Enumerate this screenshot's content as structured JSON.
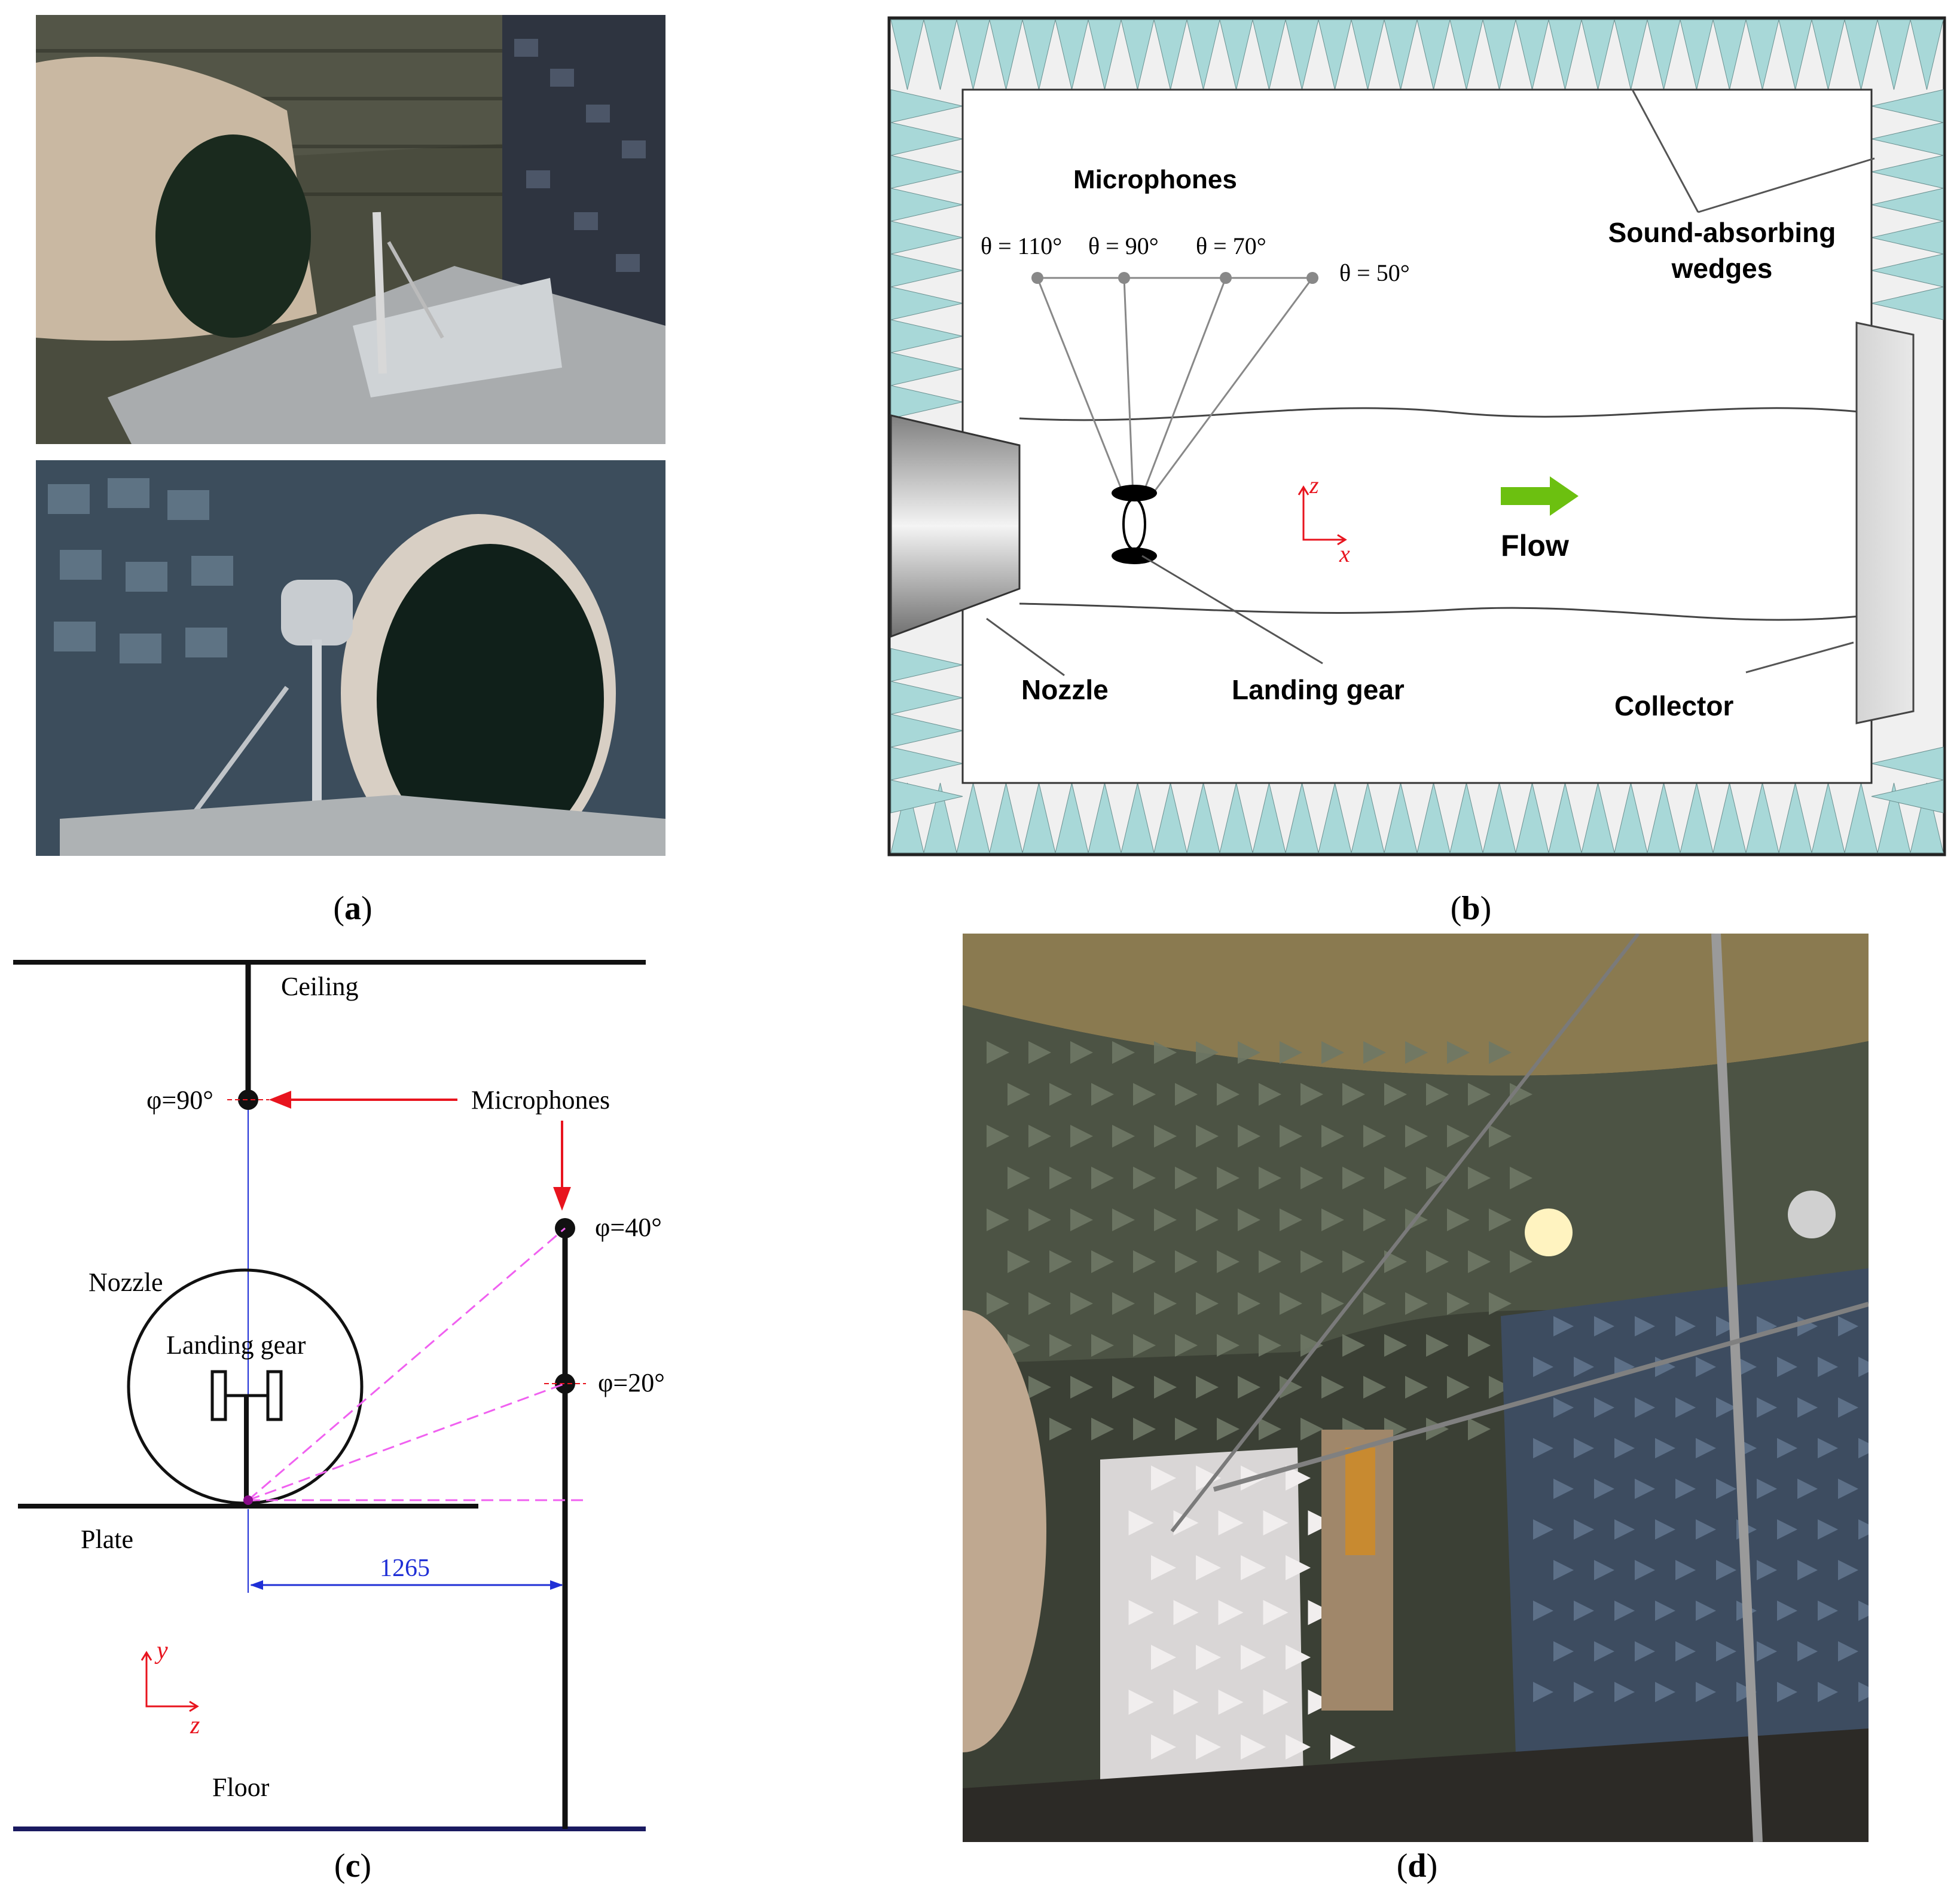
{
  "captions": {
    "a": "a",
    "b": "b",
    "c": "c",
    "d": "d"
  },
  "panel_b": {
    "microphones": "Microphones",
    "angles": [
      "θ = 110°",
      "θ = 90°",
      "θ = 70°",
      "θ = 50°"
    ],
    "wedges_line1": "Sound-absorbing",
    "wedges_line2": "wedges",
    "nozzle": "Nozzle",
    "landing_gear": "Landing gear",
    "collector": "Collector",
    "flow": "Flow",
    "axis_z": "z",
    "axis_x": "x"
  },
  "panel_c": {
    "ceiling": "Ceiling",
    "floor": "Floor",
    "microphones": "Microphones",
    "phi_90": "φ=90°",
    "phi_40": "φ=40°",
    "phi_20": "φ=20°",
    "nozzle": "Nozzle",
    "landing_gear": "Landing gear",
    "plate": "Plate",
    "distance": "1265",
    "axis_y": "y",
    "axis_z": "z"
  },
  "colors": {
    "wedge": "#a8d8d8",
    "red": "#e8141e",
    "blue": "#1f2fd6",
    "magenta": "#f060f0",
    "flow_arrow": "#6cc010"
  }
}
